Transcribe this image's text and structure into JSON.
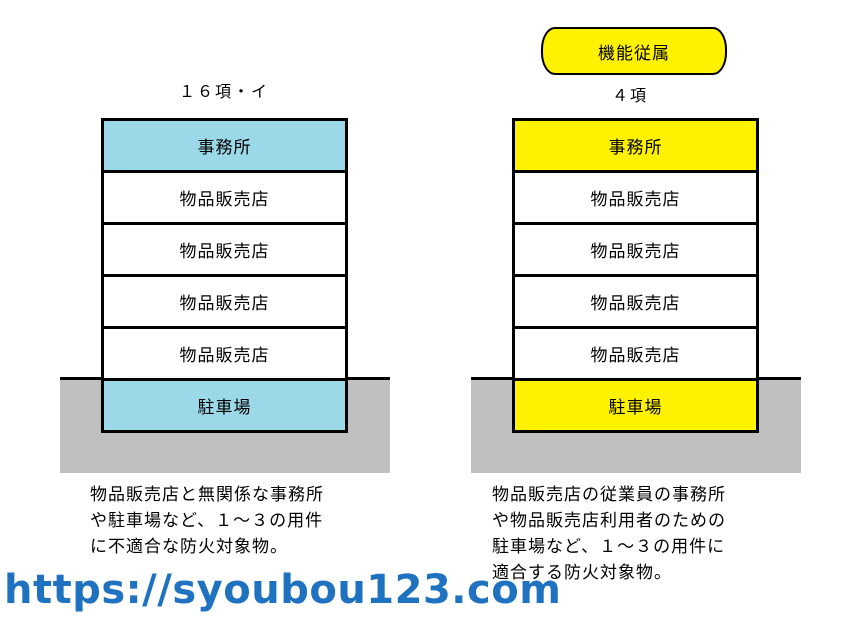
{
  "colors": {
    "left_highlight": "#9bd8e8",
    "right_highlight": "#fff200",
    "ground": "#c0c0c0",
    "url": "#1f72c0"
  },
  "left": {
    "caption": "１６項・イ",
    "floors": [
      "事務所",
      "物品販売店",
      "物品販売店",
      "物品販売店",
      "物品販売店",
      "駐車場"
    ],
    "description": "物品販売店と無関係な事務所\nや駐車場など、１～３の用件\nに不適合な防火対象物。"
  },
  "right": {
    "badge": "機能従属",
    "caption": "４項",
    "floors": [
      "事務所",
      "物品販売店",
      "物品販売店",
      "物品販売店",
      "物品販売店",
      "駐車場"
    ],
    "description": "物品販売店の従業員の事務所\nや物品販売店利用者のための\n駐車場など、１～３の用件に\n適合する防火対象物。"
  },
  "footer": {
    "url": "https://syoubou123.com"
  }
}
